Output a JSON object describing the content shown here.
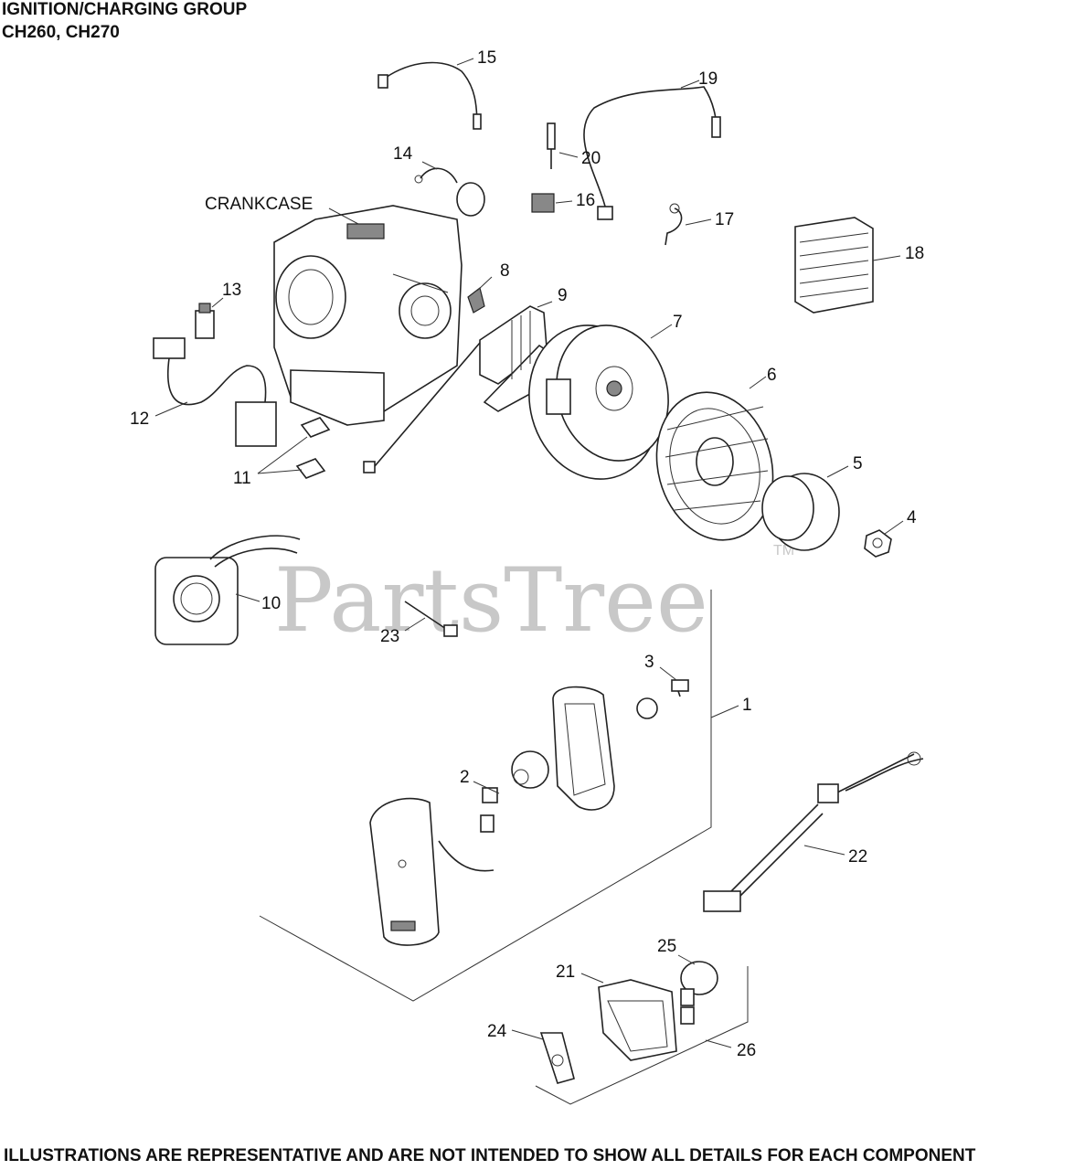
{
  "header": {
    "title": "IGNITION/CHARGING GROUP",
    "models": "CH260, CH270"
  },
  "footer": {
    "note": "ILLUSTRATIONS ARE REPRESENTATIVE AND ARE NOT INTENDED TO SHOW ALL DETAILS FOR EACH COMPONENT"
  },
  "watermark": {
    "text": "PartsTree",
    "tm": "TM"
  },
  "labels": {
    "crankcase": "CRANKCASE",
    "c1": "1",
    "c2": "2",
    "c3": "3",
    "c4": "4",
    "c5": "5",
    "c6": "6",
    "c7": "7",
    "c8": "8",
    "c9": "9",
    "c10": "10",
    "c11": "11",
    "c12": "12",
    "c13": "13",
    "c14": "14",
    "c15": "15",
    "c16": "16",
    "c17": "17",
    "c18": "18",
    "c19": "19",
    "c20": "20",
    "c21": "21",
    "c22": "22",
    "c23": "23",
    "c24": "24",
    "c25": "25",
    "c26": "26"
  }
}
